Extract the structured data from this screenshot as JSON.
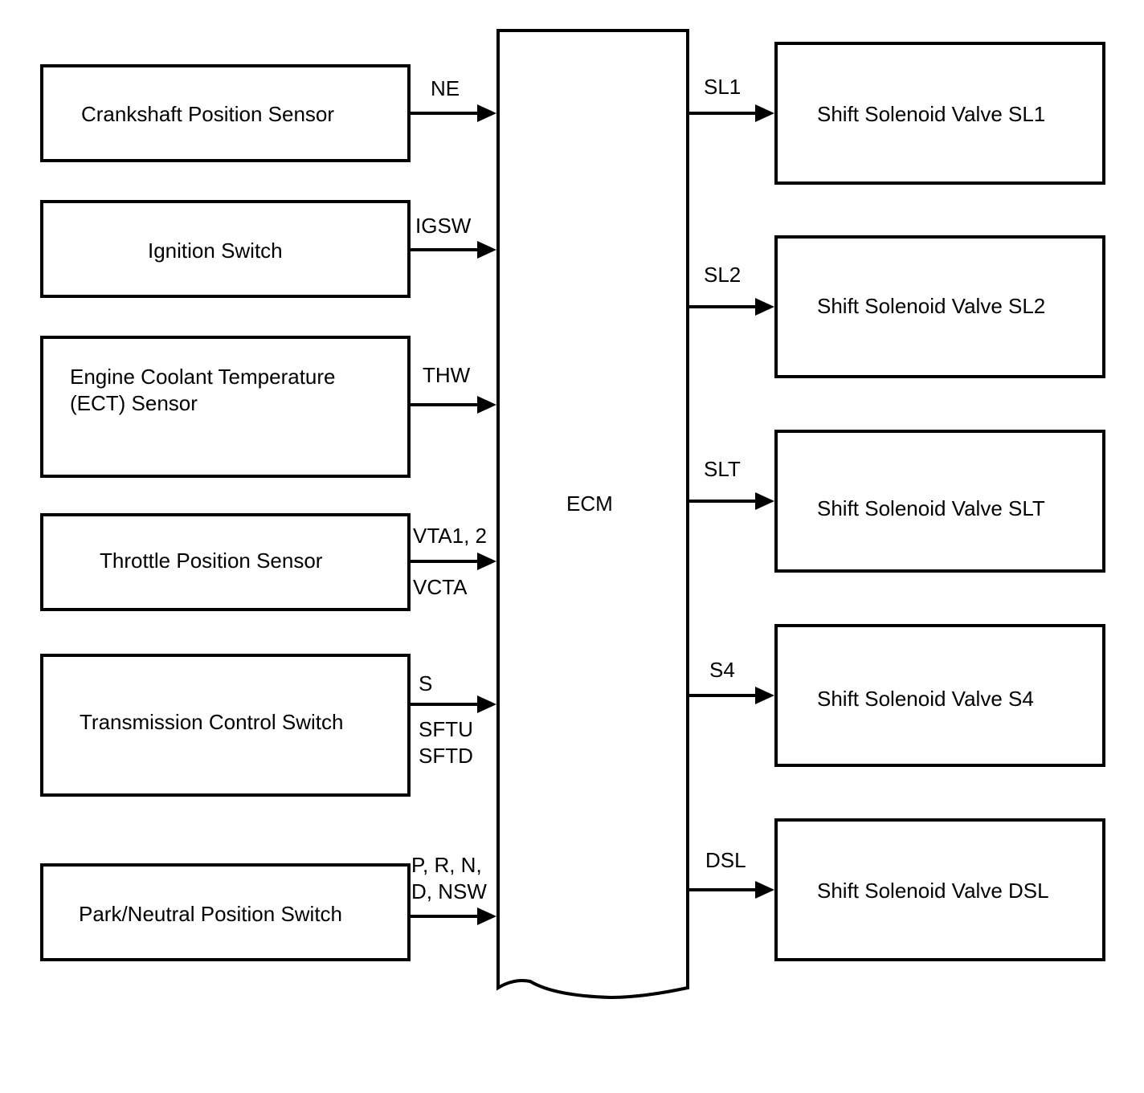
{
  "ecm": {
    "label": "ECM"
  },
  "inputs": [
    {
      "label": "Crankshaft Position Sensor",
      "signal": "NE"
    },
    {
      "label": "Ignition Switch",
      "signal": "IGSW"
    },
    {
      "label_line1": "Engine Coolant Temperature",
      "label_line2": "(ECT) Sensor",
      "signal": "THW"
    },
    {
      "label": "Throttle Position Sensor",
      "signal_above": "VTA1, 2",
      "signal_below": "VCTA"
    },
    {
      "label": "Transmission Control Switch",
      "signal_above": "S",
      "signal_below_line1": "SFTU",
      "signal_below_line2": "SFTD"
    },
    {
      "label": "Park/Neutral Position Switch",
      "signal_line1": "P, R, N,",
      "signal_line2": "D, NSW"
    }
  ],
  "outputs": [
    {
      "label": "Shift Solenoid Valve SL1",
      "signal": "SL1"
    },
    {
      "label": "Shift Solenoid Valve SL2",
      "signal": "SL2"
    },
    {
      "label": "Shift Solenoid Valve SLT",
      "signal": "SLT"
    },
    {
      "label": "Shift Solenoid Valve S4",
      "signal": "S4"
    },
    {
      "label": "Shift Solenoid Valve DSL",
      "signal": "DSL"
    }
  ]
}
